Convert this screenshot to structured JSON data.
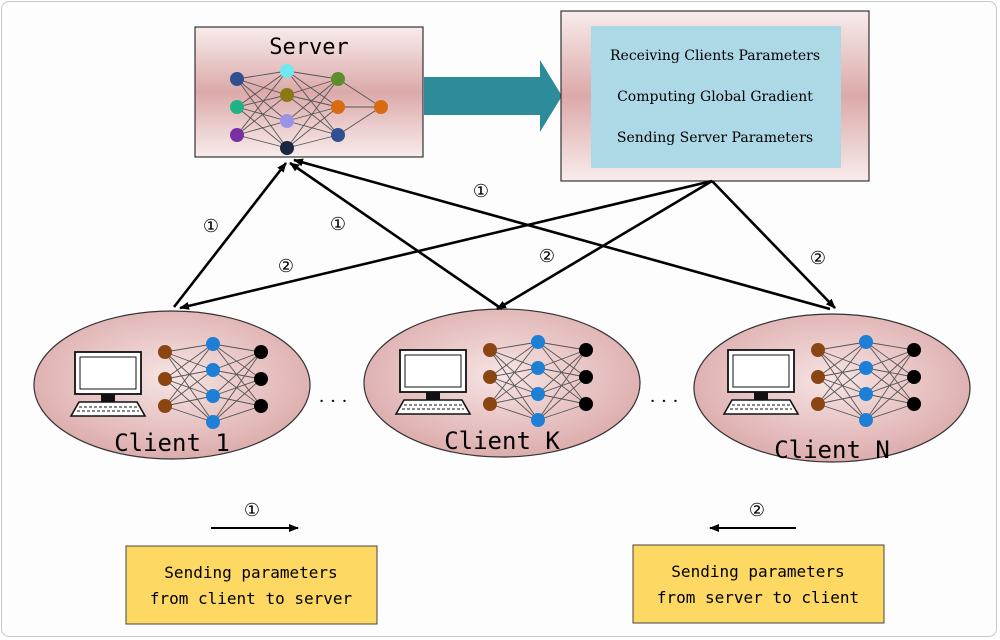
{
  "server": {
    "title": "Server"
  },
  "process_box": {
    "lines": [
      "Receiving Clients Parameters",
      "Computing Global Gradient",
      "Sending Server Parameters"
    ]
  },
  "clients": [
    {
      "label": "Client 1"
    },
    {
      "label": "Client K"
    },
    {
      "label": "Client N"
    }
  ],
  "ellipsis": "· · ·",
  "arrow_markers": {
    "upload": "①",
    "download": "②"
  },
  "legend": {
    "upload_marker": "①",
    "upload_text": [
      "Sending parameters",
      "from client to server"
    ],
    "download_marker": "②",
    "download_text": [
      "Sending parameters",
      "from server to client"
    ]
  },
  "colors": {
    "box_gradient_edge": "#f7e9e9",
    "box_gradient_mid": "#dfadad",
    "process_panel": "#add8e6",
    "big_arrow": "#2e8b9a",
    "legend_box": "#fdd964",
    "node_brown": "#8b4513",
    "node_blue": "#1e7fd6",
    "node_black": "#000000"
  }
}
